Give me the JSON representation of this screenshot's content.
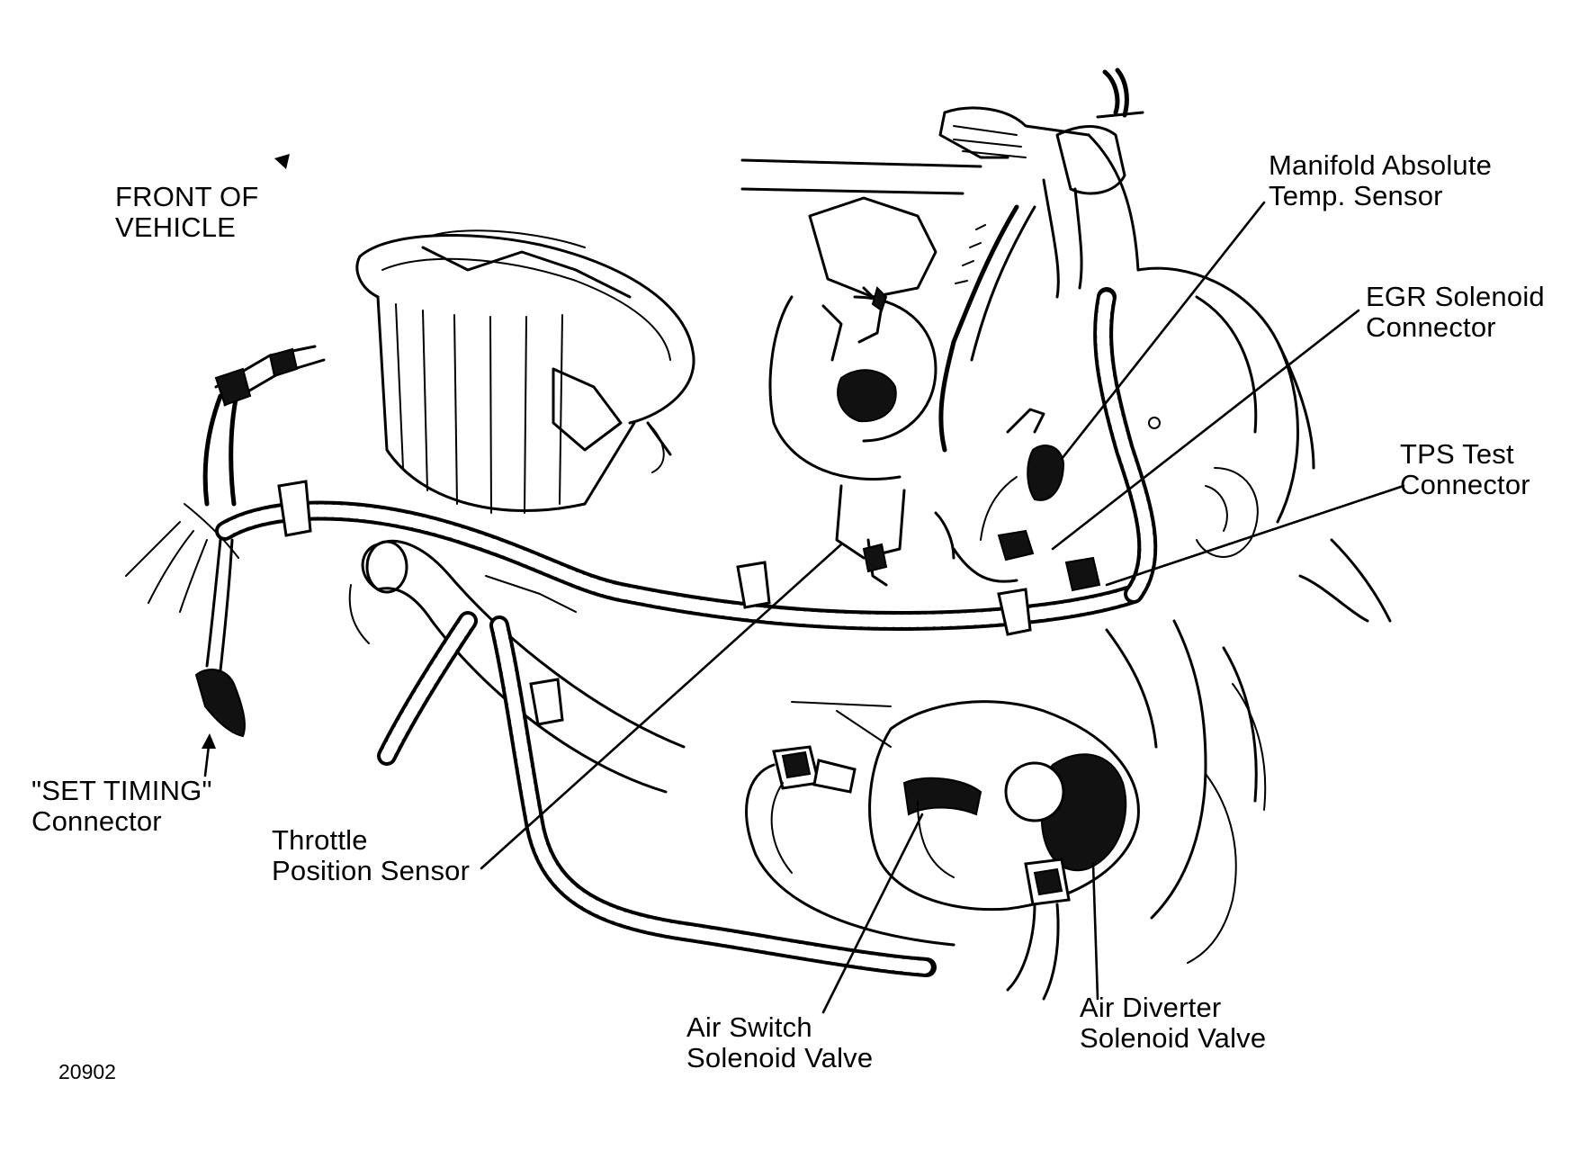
{
  "labels": {
    "front_of_vehicle": [
      "FRONT OF",
      "VEHICLE"
    ],
    "manifold_absolute_temp_sensor": [
      "Manifold Absolute",
      "Temp. Sensor"
    ],
    "egr_solenoid_connector": [
      "EGR Solenoid",
      "Connector"
    ],
    "tps_test_connector": [
      "TPS Test",
      "Connector"
    ],
    "set_timing_connector": [
      "\"SET TIMING\"",
      "Connector"
    ],
    "throttle_position_sensor": [
      "Throttle",
      "Position Sensor"
    ],
    "air_switch_solenoid_valve": [
      "Air Switch",
      "Solenoid Valve"
    ],
    "air_diverter_solenoid_valve": [
      "Air Diverter",
      "Solenoid Valve"
    ]
  },
  "figure_number": "20902",
  "colors": {
    "ink": "#000000",
    "paper": "#ffffff"
  }
}
